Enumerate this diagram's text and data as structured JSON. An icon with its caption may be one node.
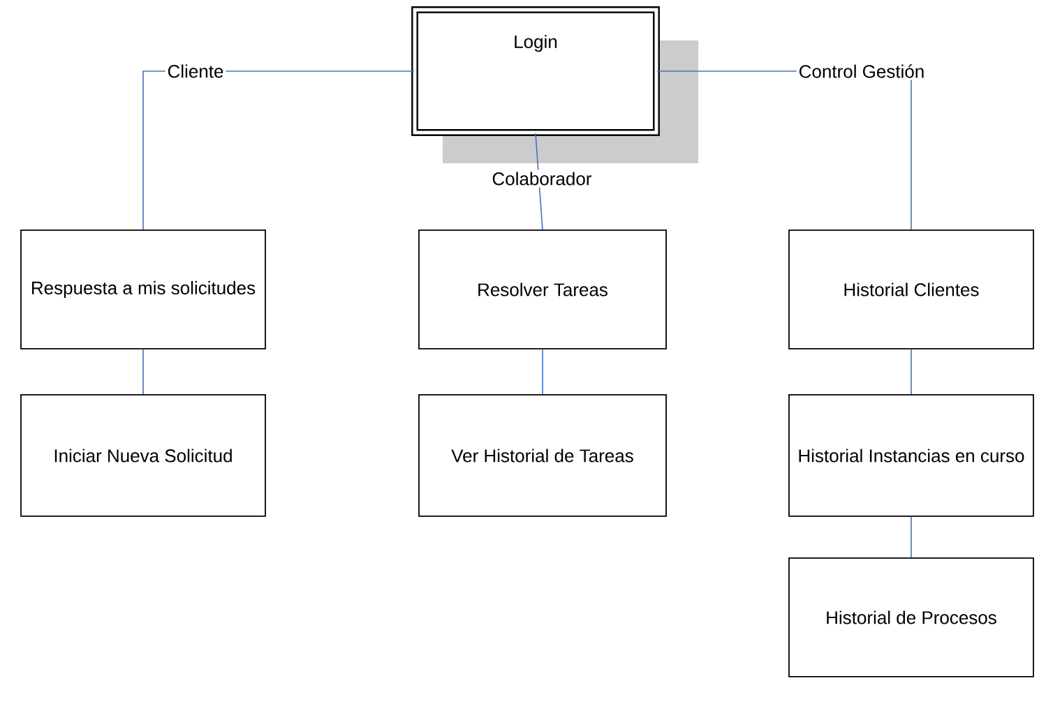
{
  "diagram": {
    "nodes": [
      {
        "text": [
          "Login"
        ]
      },
      {
        "text": [
          "Respuesta a mis solicitudes"
        ]
      },
      {
        "text": [
          "Iniciar Nueva Solicitud"
        ]
      },
      {
        "text": [
          "Resolver Tareas"
        ]
      },
      {
        "text": [
          "Ver Historial de Tareas"
        ]
      },
      {
        "text": [
          "Historial Clientes"
        ]
      },
      {
        "text": [
          "Historial Instancias en curso"
        ]
      },
      {
        "text": [
          "Historial de Procesos"
        ]
      }
    ],
    "edges": [
      {
        "from": 0,
        "to": 1,
        "arrow": "none",
        "label": "Cliente"
      },
      {
        "from": 0,
        "to": 3,
        "arrow": "none",
        "label": "Colaborador"
      },
      {
        "from": 0,
        "to": 5,
        "arrow": "none",
        "label": "Control Gestión"
      },
      {
        "from": 1,
        "to": 2,
        "arrow": "none"
      },
      {
        "from": 3,
        "to": 4,
        "arrow": "none"
      },
      {
        "from": 5,
        "to": 6,
        "arrow": "none"
      },
      {
        "from": 6,
        "to": 7,
        "arrow": "none"
      }
    ]
  }
}
